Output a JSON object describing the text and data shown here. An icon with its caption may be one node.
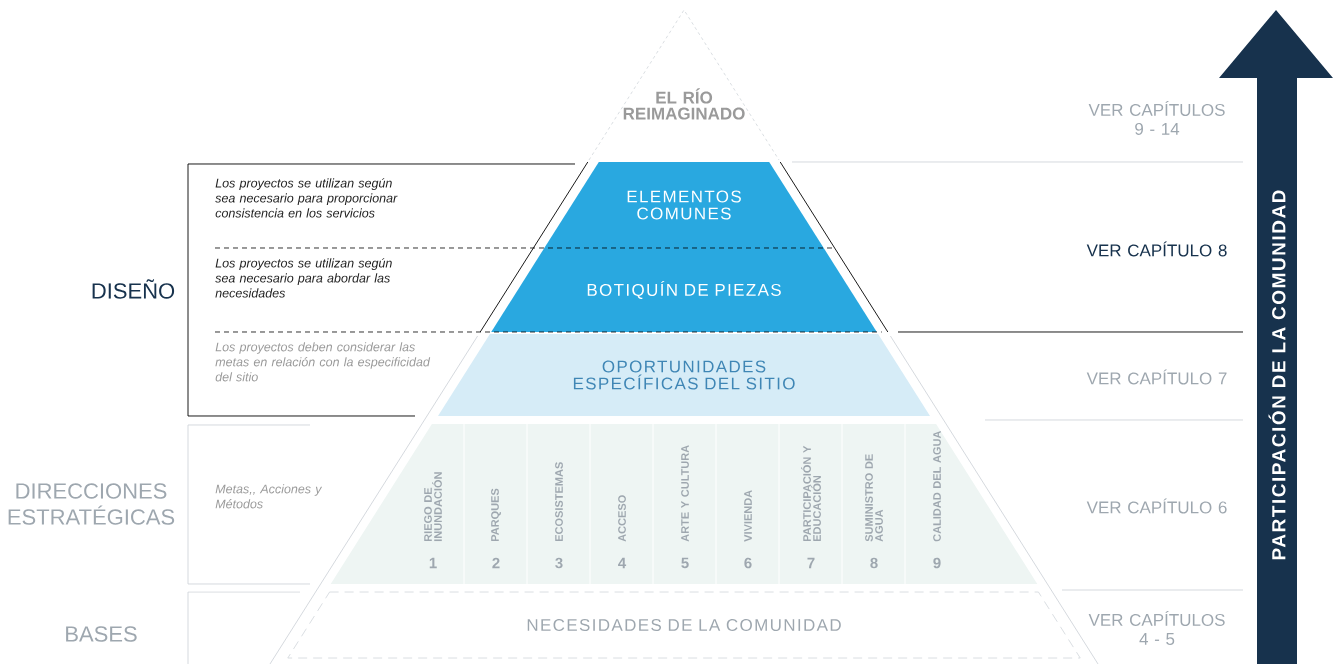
{
  "diagram": {
    "nodes": [
      {
        "text": [
          "EL RÍO REIMAGINADO"
        ]
      },
      {
        "text": [
          "ELEMENTOS COMUNES"
        ]
      },
      {
        "text": [
          "BOTIQUÍN DE PIEZAS"
        ]
      },
      {
        "text": [
          "OPORTUNIDADES ESPECÍFICAS DEL SITIO"
        ]
      },
      {
        "text": [
          "RIEGO DE INUNDACIÓN",
          "1"
        ]
      },
      {
        "text": [
          "PARQUES",
          "2"
        ]
      },
      {
        "text": [
          "ECOSISTEMAS",
          "3"
        ]
      },
      {
        "text": [
          "ACCESO",
          "4"
        ]
      },
      {
        "text": [
          "ARTE Y CULTURA",
          "5"
        ]
      },
      {
        "text": [
          "VIVIENDA",
          "6"
        ]
      },
      {
        "text": [
          "PARTICIPACIÓN Y EDUCACIÓN",
          "7"
        ]
      },
      {
        "text": [
          "SUMINISTRO DE AGUA",
          "8"
        ]
      },
      {
        "text": [
          "CALIDAD DEL AGUA",
          "9"
        ]
      },
      {
        "text": [
          "NECESIDADES DE LA COMUNIDAD"
        ]
      },
      {
        "text": [
          "PARTICIPACIÓN DE LA COMUNIDAD"
        ]
      }
    ],
    "labels": [
      "VER CAPÍTULOS 9 - 14",
      "Los proyectos se utilizan según sea necesario para proporcionar consistencia en los servicios",
      "VER CAPÍTULO 8",
      "DISEÑO",
      "Los proyectos se utilizan según sea necesario para abordar las necesidades",
      "Los proyectos deben considerar las metas en relación con la especificidad del sitio",
      "VER CAPÍTULO 7",
      "DIRECCIONES ESTRATÉGICAS",
      "Metas,, Acciones y Métodos",
      "VER CAPÍTULO 6",
      "BASES",
      "VER CAPÍTULOS 4 - 5"
    ]
  }
}
